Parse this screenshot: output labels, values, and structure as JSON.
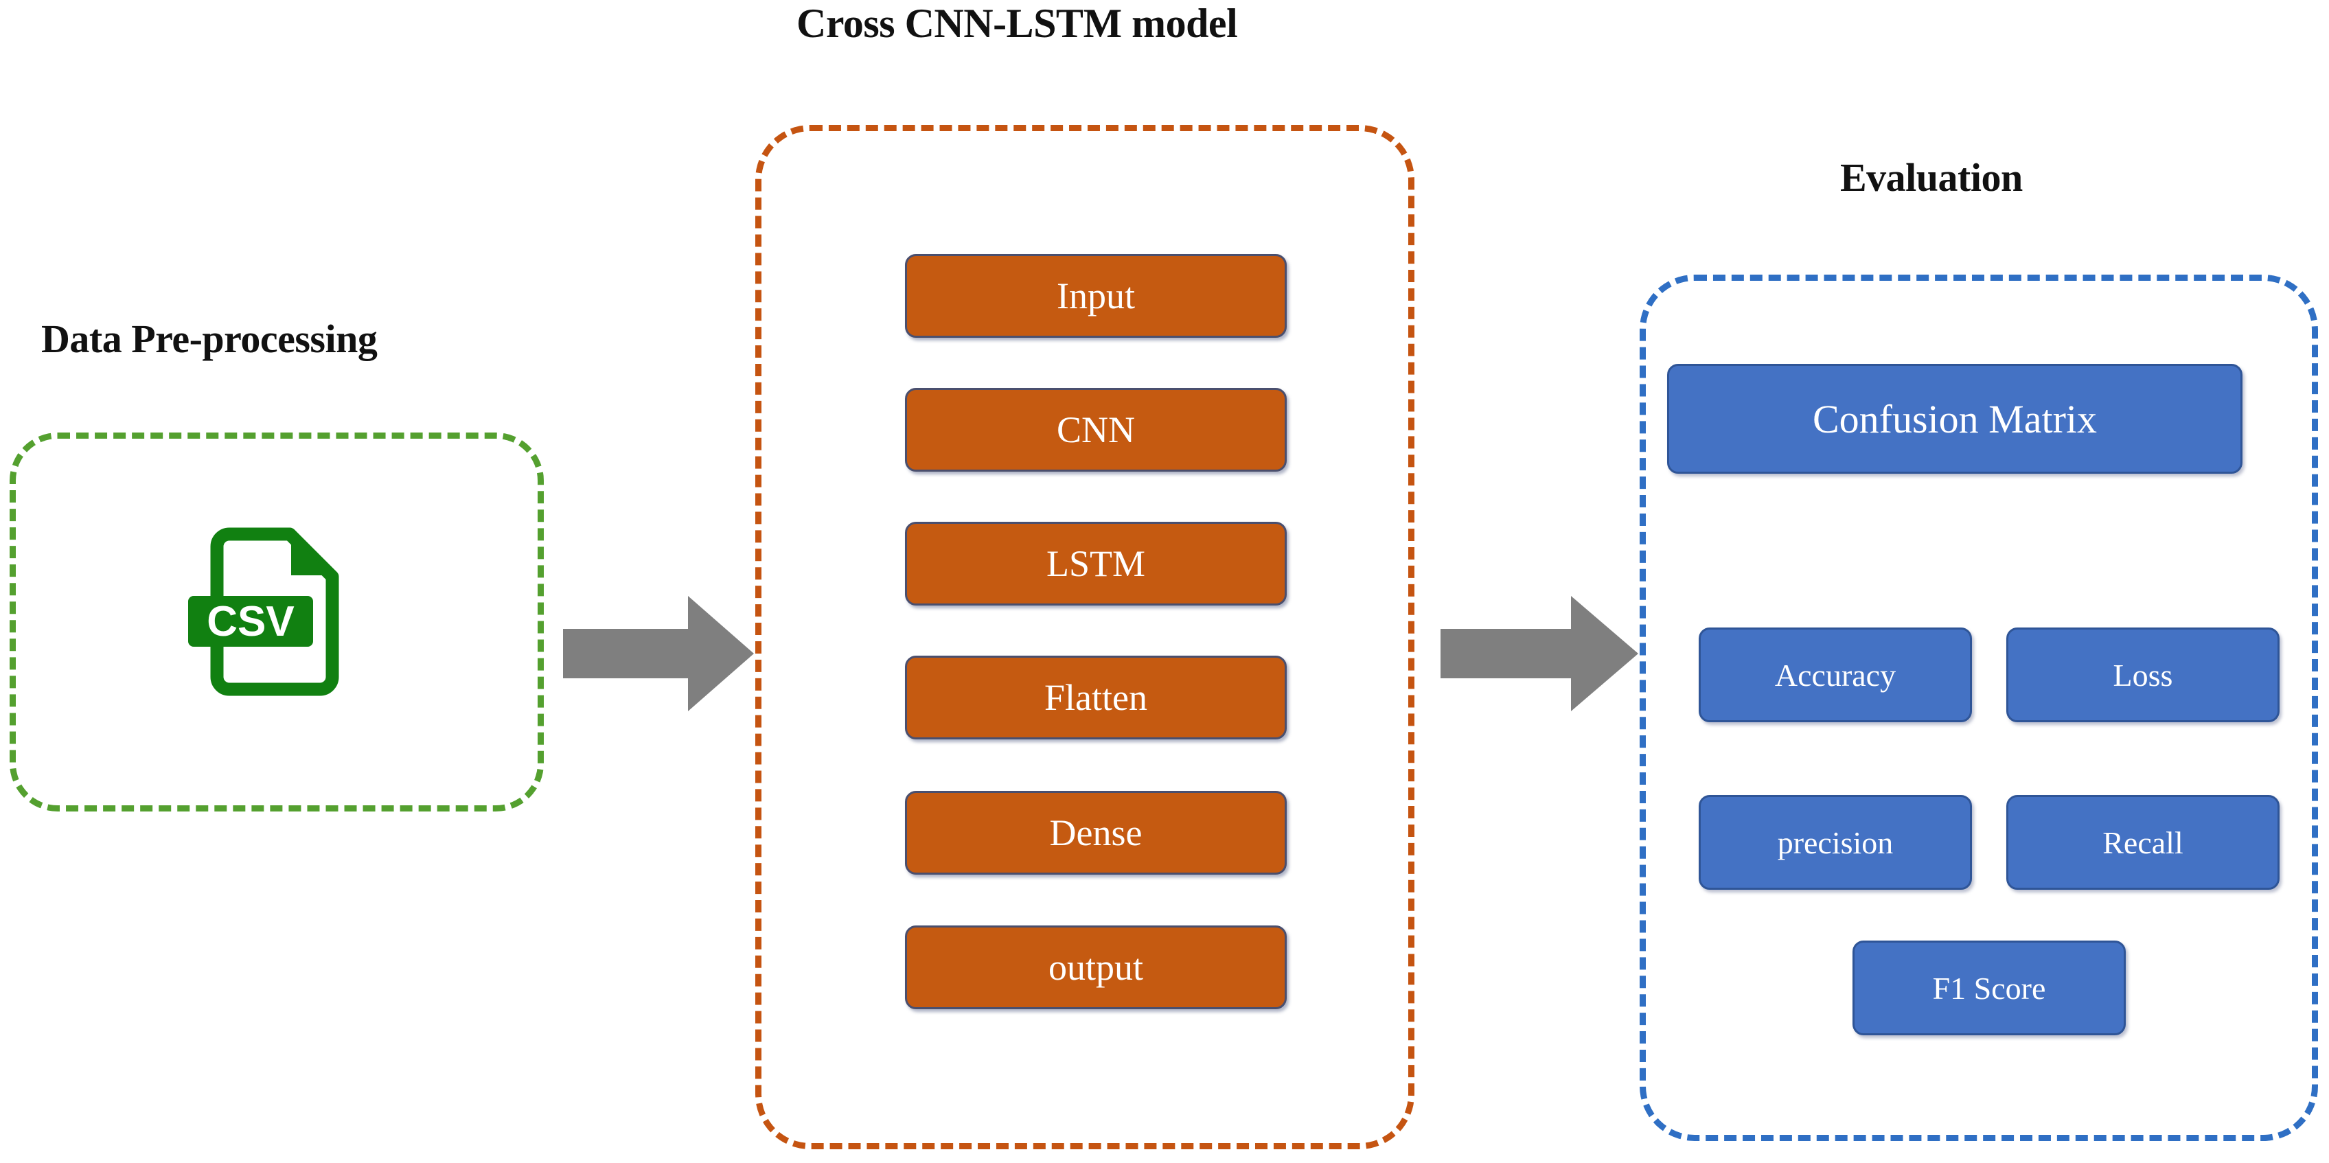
{
  "diagram": {
    "sections": {
      "preprocessing": {
        "title": "Data Pre-processing",
        "border_color": "#54a02f",
        "icon": {
          "name": "csv-file-icon",
          "label": "CSV",
          "color": "#118011"
        }
      },
      "model": {
        "title": "Cross CNN-LSTM model",
        "border_color": "#c55411",
        "box_fill": "#c55a11",
        "box_border": "#4a4f6e",
        "layers": [
          {
            "label": "Input"
          },
          {
            "label": "CNN"
          },
          {
            "label": "LSTM"
          },
          {
            "label": "Flatten"
          },
          {
            "label": "Dense"
          },
          {
            "label": "output"
          }
        ]
      },
      "evaluation": {
        "title": "Evaluation",
        "border_color": "#2f6fc4",
        "box_fill": "#4472c4",
        "box_border": "#2f5597",
        "metrics": [
          {
            "label": "Confusion Matrix"
          },
          {
            "label": "Accuracy"
          },
          {
            "label": "Loss"
          },
          {
            "label": "precision"
          },
          {
            "label": "Recall"
          },
          {
            "label": "F1 Score"
          }
        ]
      }
    },
    "arrows": [
      {
        "name": "arrow-preprocessing-to-model",
        "direction": "right",
        "color": "#7f7f7f"
      },
      {
        "name": "arrow-model-to-evaluation",
        "direction": "right",
        "color": "#7f7f7f"
      }
    ]
  }
}
